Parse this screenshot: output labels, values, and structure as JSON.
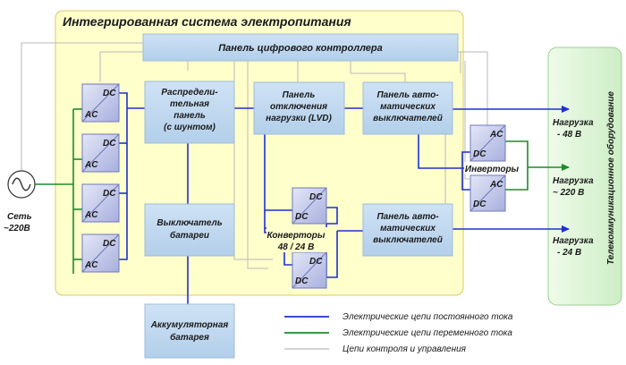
{
  "colors": {
    "dc_line": "#1f2fd0",
    "ac_line": "#1d8a2a",
    "control_line": "#b9b9b9",
    "yellow_area": "#ffffcc",
    "panel_fill": "#bfd7ef",
    "module_fill": "#c4c9ea",
    "telecom_fill": "#ddf5d9"
  },
  "diagram": {
    "title": "Интегрированная  система электропитания",
    "controller": "Панель цифрового контроллера",
    "distribution": [
      "Распредели-",
      "тельная",
      "панель",
      "(с шунтом)"
    ],
    "lvd": [
      "Панель",
      "отключения",
      "нагрузки (LVD)"
    ],
    "breakers_top": [
      "Панель авто-",
      "матических",
      "выключателей"
    ],
    "breakers_bottom": [
      "Панель авто-",
      "матических",
      "выключателей"
    ],
    "battery_switch": [
      "Выключатель",
      "батареи"
    ],
    "battery": [
      "Аккумуляторная",
      "батарея"
    ],
    "mains": [
      "Сеть",
      "~220В"
    ],
    "rectifier_dc": "DC",
    "rectifier_ac": "AC",
    "converter_dc": "DC",
    "converters_label": [
      "Конверторы",
      "48 / 24 В"
    ],
    "inverter_ac": "AC",
    "inverter_dc": "DC",
    "inverters_label": "Инверторы",
    "load_48": [
      "Нагрузка",
      "- 48 В"
    ],
    "load_220": [
      "Нагрузка",
      "~ 220 В"
    ],
    "load_24": [
      "Нагрузка",
      "- 24 В"
    ],
    "telecom": "Телекоммуникационное оборудование"
  },
  "legend": {
    "dc": "Электрические цепи постоянного тока",
    "ac": "Электрические цепи переменного тока",
    "control": "Цепи контроля и управления"
  }
}
